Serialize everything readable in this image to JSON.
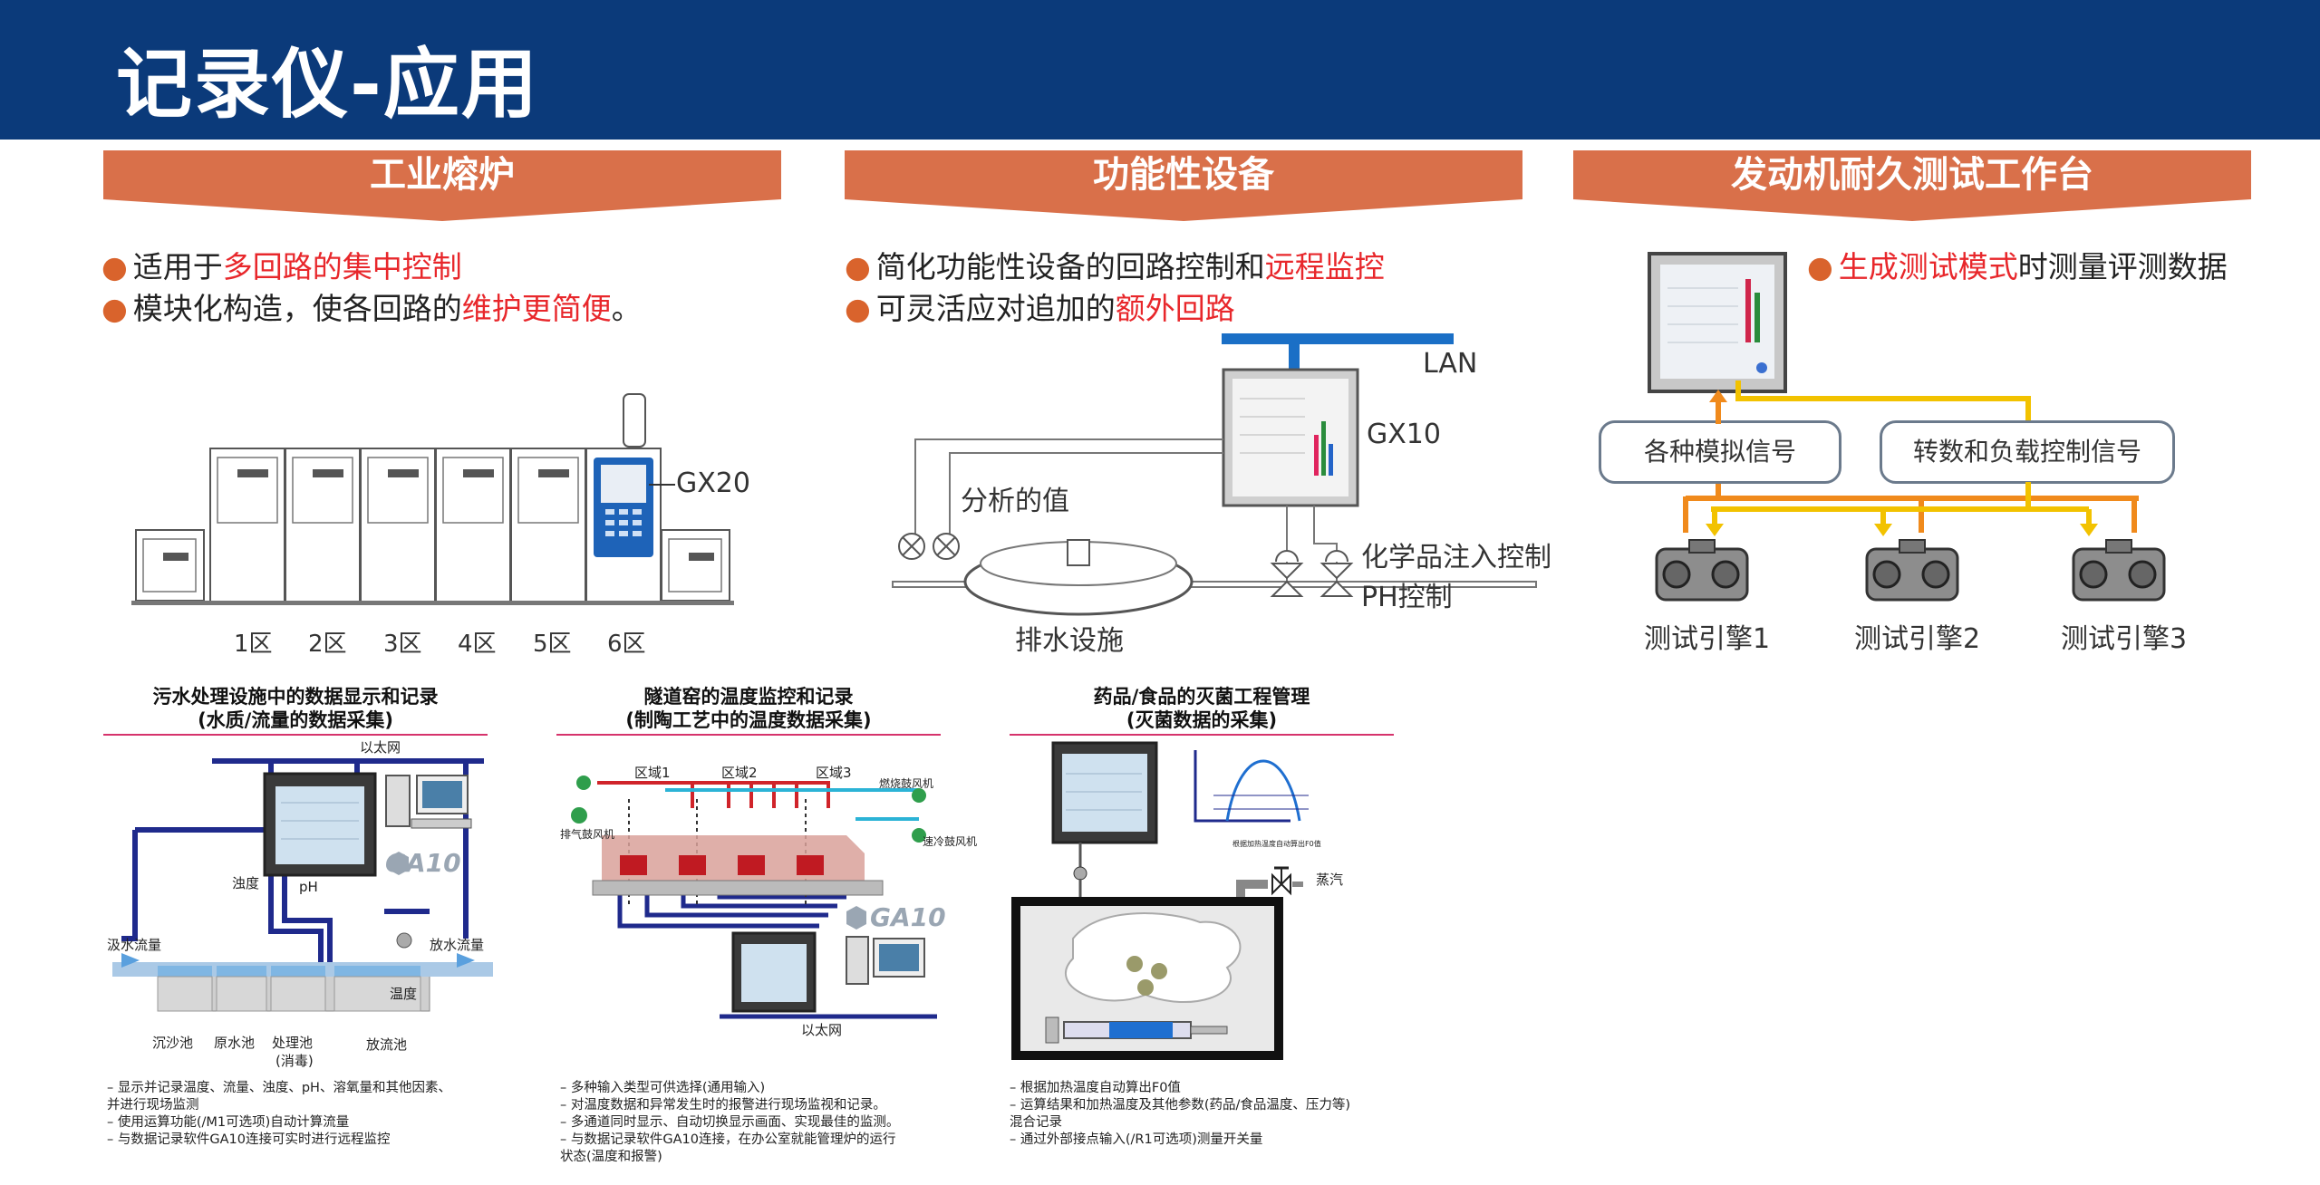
{
  "title": "记录仪-应用",
  "banners": [
    "工业熔炉",
    "功能性设备",
    "发动机耐久测试工作台"
  ],
  "furnace": {
    "bullet1": {
      "a": "适用于",
      "b": "多回路的集中控制",
      "c": ""
    },
    "bullet2": {
      "a": "模块化构造，使各回路的",
      "b": "维护更简便",
      "c": "。"
    },
    "device": "GX20",
    "zones": [
      "1区",
      "2区",
      "3区",
      "4区",
      "5区",
      "6区"
    ]
  },
  "functional": {
    "bullet1": {
      "a": "简化功能性设备的回路控制和",
      "b": "远程监控"
    },
    "bullet2": {
      "a": "可灵活应对追加的",
      "b": "额外回路"
    },
    "lan": "LAN",
    "device": "GX10",
    "analysis": "分析的值",
    "chem": "化学品注入控制",
    "ph": "PH控制",
    "drain": "排水设施"
  },
  "engine": {
    "bullet1": {
      "a": "生成测试模式",
      "b": "时测量评测数据"
    },
    "signal_left": "各种模拟信号",
    "signal_right": "转数和负载控制信号",
    "engines": [
      "测试引擎1",
      "测试引擎2",
      "测试引擎3"
    ]
  },
  "case1": {
    "title1": "污水处理设施中的数据显示和记录",
    "title2": "(水质/流量的数据采集)",
    "ethernet": "以太网",
    "turbidity": "浊度",
    "ph": "pH",
    "inflow": "汲水流量",
    "outflow": "放水流量",
    "temp": "温度",
    "ga10": "GA10",
    "tanks": [
      "沉沙池",
      "原水池",
      "处理池",
      "放流池"
    ],
    "tank_sub": "(消毒)",
    "notes": [
      "– 显示并记录温度、流量、浊度、pH、溶氧量和其他因素、",
      "  并进行现场监测",
      "– 使用运算功能(/M1可选项)自动计算流量",
      "– 与数据记录软件GA10连接可实时进行远程监控"
    ]
  },
  "case2": {
    "title1": "隧道窑的温度监控和记录",
    "title2": "(制陶工艺中的温度数据采集)",
    "zones": [
      "区域1",
      "区域2",
      "区域3"
    ],
    "burner_fan": "燃烧鼓风机",
    "exhaust_fan": "排气鼓风机",
    "quench_fan": "速冷鼓风机",
    "ga10": "GA10",
    "ethernet": "以太网",
    "notes": [
      "– 多种输入类型可供选择(通用输入)",
      "– 对温度数据和异常发生时的报警进行现场监视和记录。",
      "– 多通道同时显示、自动切换显示画面、实现最佳的监测。",
      "– 与数据记录软件GA10连接，在办公室就能管理炉的运行",
      "  状态(温度和报警)"
    ]
  },
  "case3": {
    "title1": "药品/食品的灭菌工程管理",
    "title2": "(灭菌数据的采集)",
    "steam": "蒸汽",
    "graph_caption": "根据加热温度自动算出F0值",
    "notes": [
      "– 根据加热温度自动算出F0值",
      "– 运算结果和加热温度及其他参数(药品/食品温度、压力等)",
      "  混合记录",
      "– 通过外部接点输入(/R1可选项)测量开关量"
    ]
  },
  "colors": {
    "header": "#0b3a7a",
    "banner": "#d9704a",
    "accent_red": "#e8272b",
    "pipe_blue": "#1f2a8c",
    "arrow_orange": "#f08a1c",
    "arrow_yellow": "#f2c200"
  }
}
